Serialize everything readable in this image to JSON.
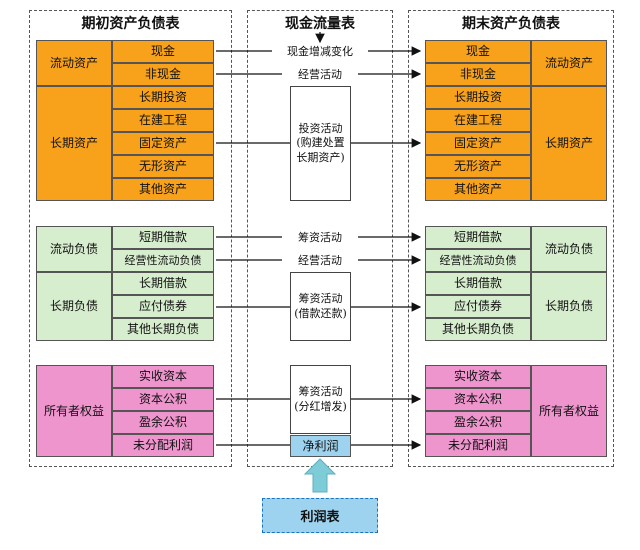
{
  "titles": {
    "opening": "期初资产负债表",
    "cashflow": "现金流量表",
    "closing": "期末资产负债表"
  },
  "categories": {
    "current_assets": "流动资产",
    "long_term_assets": "长期资产",
    "current_liabilities": "流动负债",
    "long_term_liabilities": "长期负债",
    "owners_equity": "所有者权益"
  },
  "items": {
    "cash": "现金",
    "non_cash": "非现金",
    "lt_investment": "长期投资",
    "construction": "在建工程",
    "fixed_assets": "固定资产",
    "intangible": "无形资产",
    "other_assets": "其他资产",
    "st_loans": "短期借款",
    "operating_liab": "经营性流动负债",
    "lt_loans": "长期借款",
    "bonds": "应付债券",
    "other_lt_liab": "其他长期负债",
    "paid_in": "实收资本",
    "capital_reserve": "资本公积",
    "surplus_reserve": "盈余公积",
    "undistributed": "未分配利润"
  },
  "flows": {
    "cash_change": "现金增减变化",
    "operating1": "经营活动",
    "investing": "投资活动\n(购建处置\n长期资产)",
    "financing1": "筹资活动",
    "operating2": "经营活动",
    "financing2": "筹资活动\n(借款还款)",
    "financing3": "筹资活动\n(分红增发)",
    "net_profit": "净利润"
  },
  "income_statement": "利润表",
  "colors": {
    "assets": "#F7A21A",
    "liabilities": "#D6EDCE",
    "equity": "#EE95CE",
    "profit": "#9DD3EE"
  }
}
